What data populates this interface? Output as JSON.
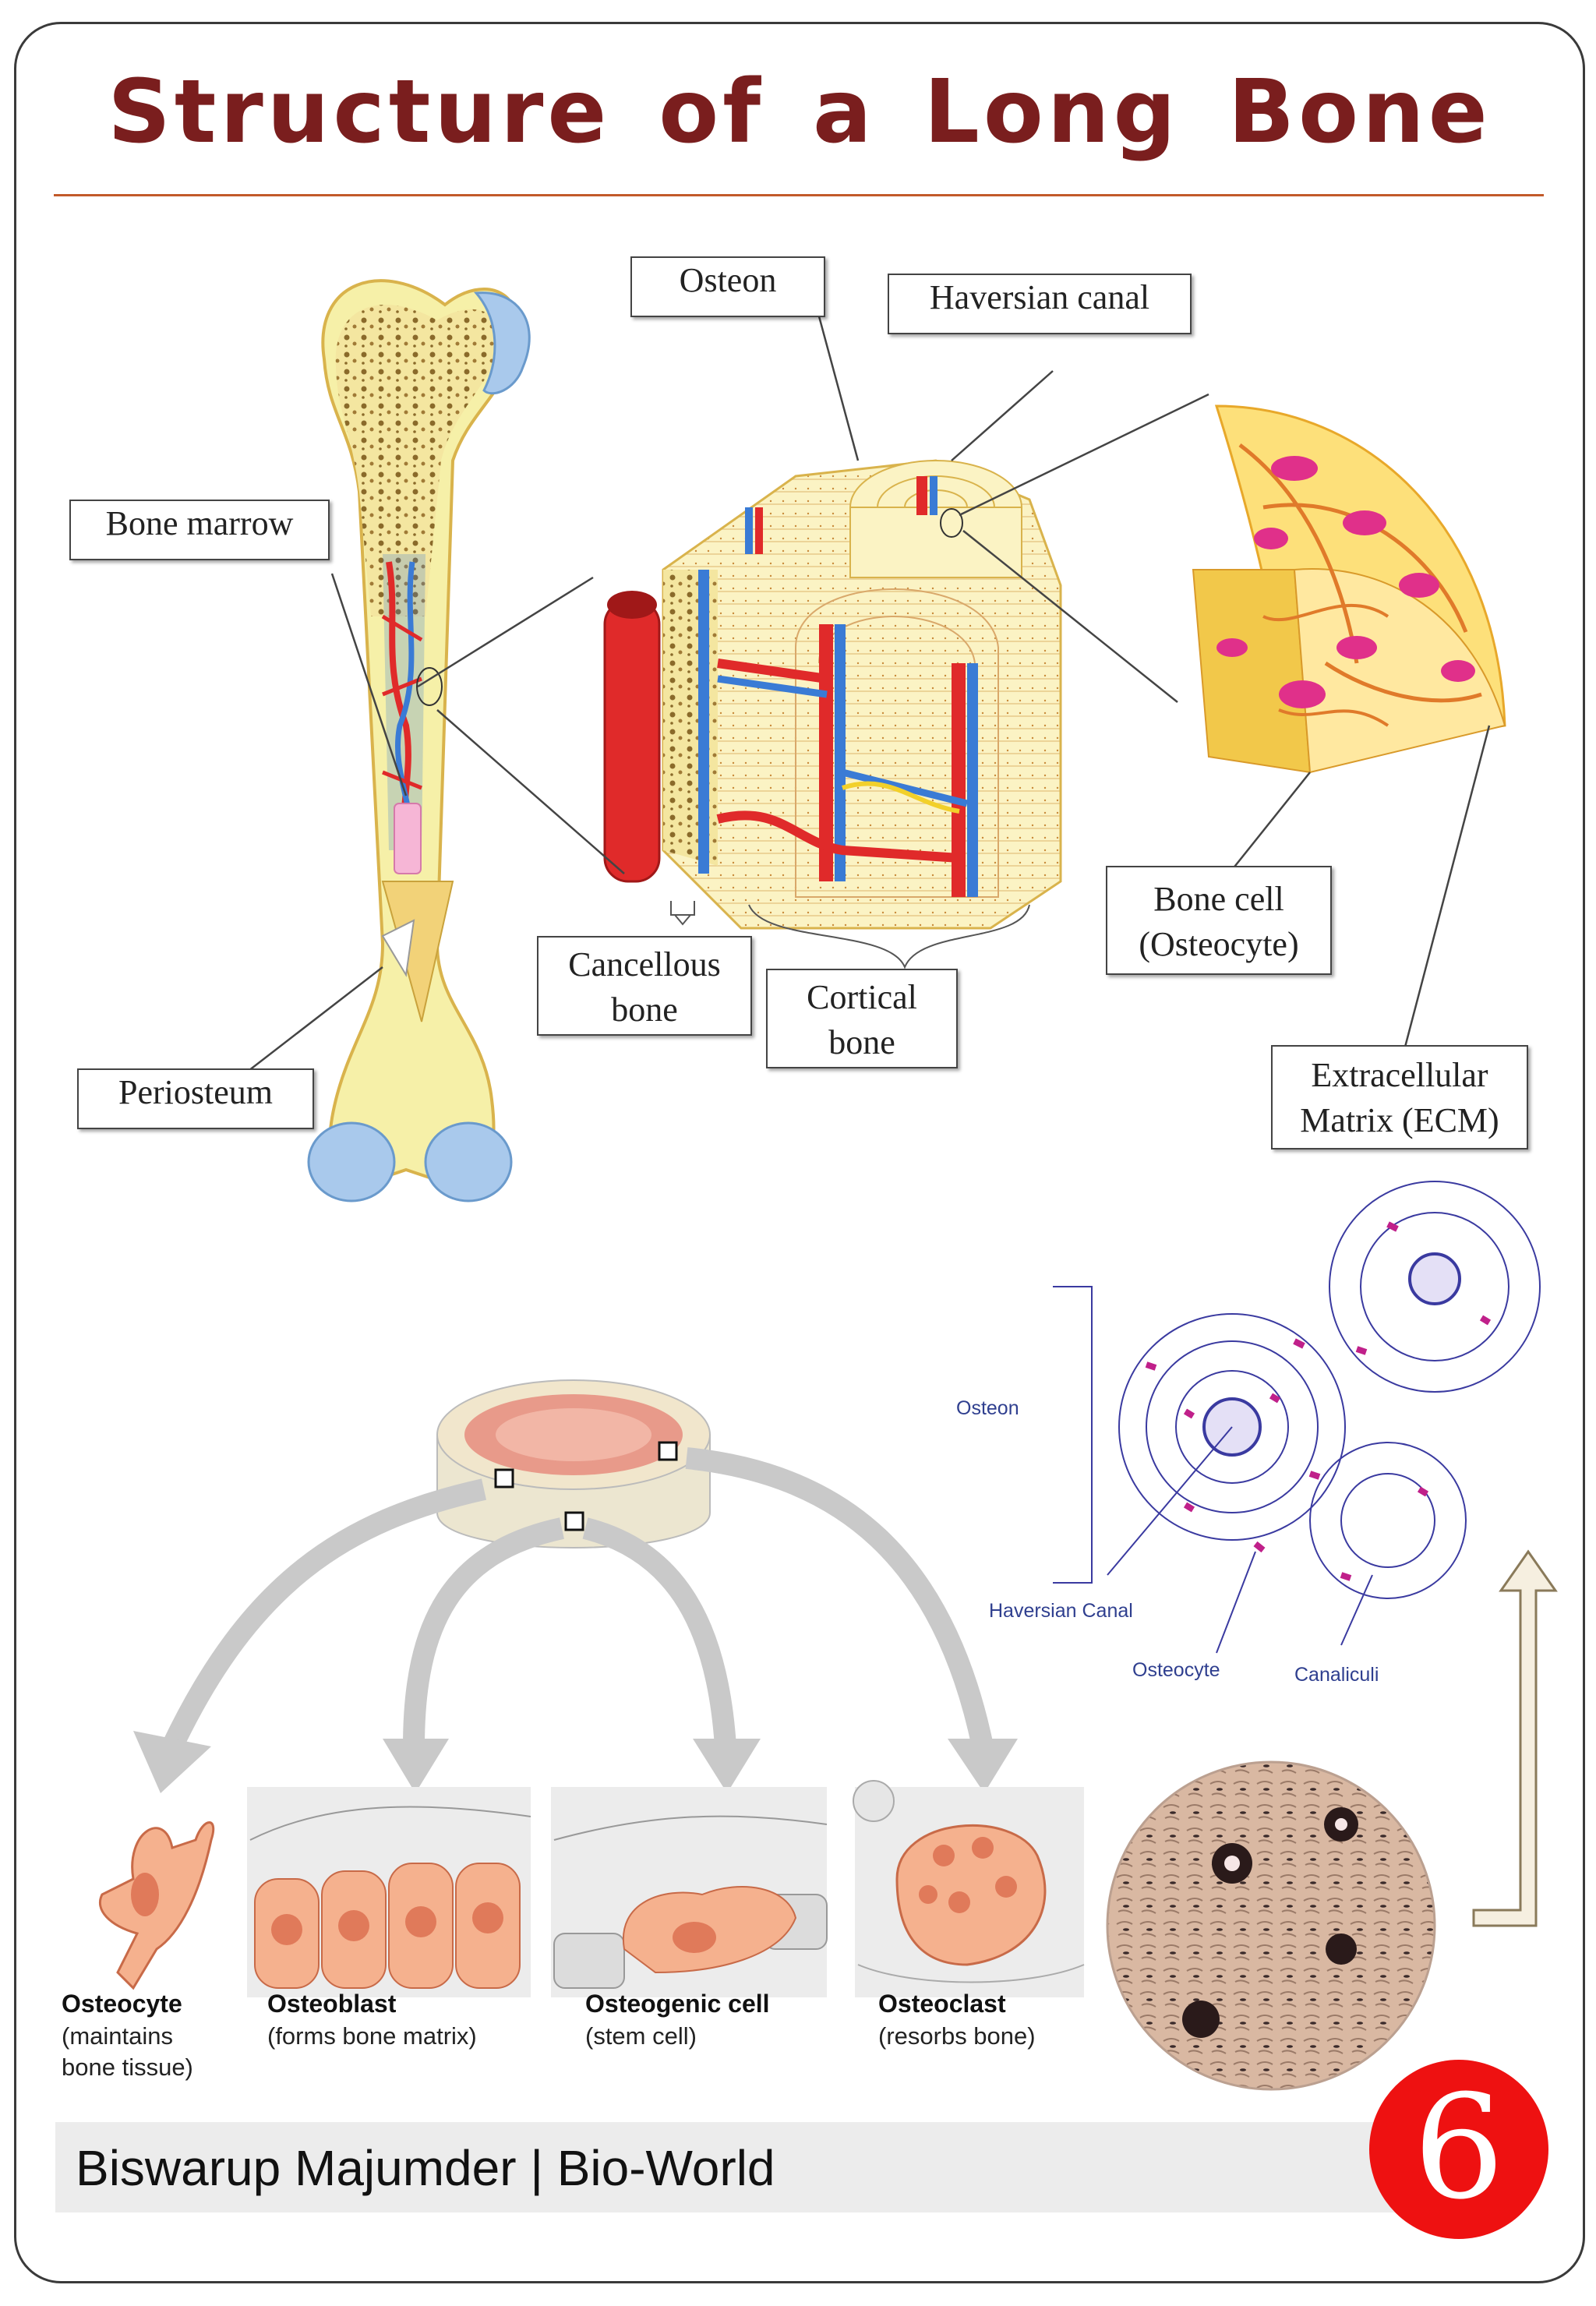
{
  "title": "Structure of a Long Bone",
  "labels": {
    "osteon": "Osteon",
    "haversian_canal": "Haversian canal",
    "bone_marrow": "Bone marrow",
    "periosteum": "Periosteum",
    "cancellous_bone": [
      "Cancellous",
      "bone"
    ],
    "cortical_bone": [
      "Cortical",
      "bone"
    ],
    "bone_cell": [
      "Bone cell",
      "(Osteocyte)"
    ],
    "ecm": [
      "Extracellular",
      "Matrix (ECM)"
    ]
  },
  "osteon_diagram": {
    "osteon": "Osteon",
    "haversian_canal": "Haversian Canal",
    "osteocyte": "Osteocyte",
    "canaliculi": "Canaliculi"
  },
  "cell_types": [
    {
      "name": "Osteocyte",
      "desc": [
        "(maintains",
        "bone tissue)"
      ]
    },
    {
      "name": "Osteoblast",
      "desc": [
        "(forms bone matrix)"
      ]
    },
    {
      "name": "Osteogenic cell",
      "desc": [
        "(stem cell)"
      ]
    },
    {
      "name": "Osteoclast",
      "desc": [
        "(resorbs bone)"
      ]
    }
  ],
  "footer": {
    "credit": "Biswarup Majumder | Bio-World",
    "page_number": "6"
  },
  "colors": {
    "title": "#7a1e1e",
    "rule": "#c25a2a",
    "badge": "#ee1111",
    "bone": "#f6f0a8",
    "blood_red": "#e02a2a",
    "vessel_blue": "#3a7bd5"
  }
}
